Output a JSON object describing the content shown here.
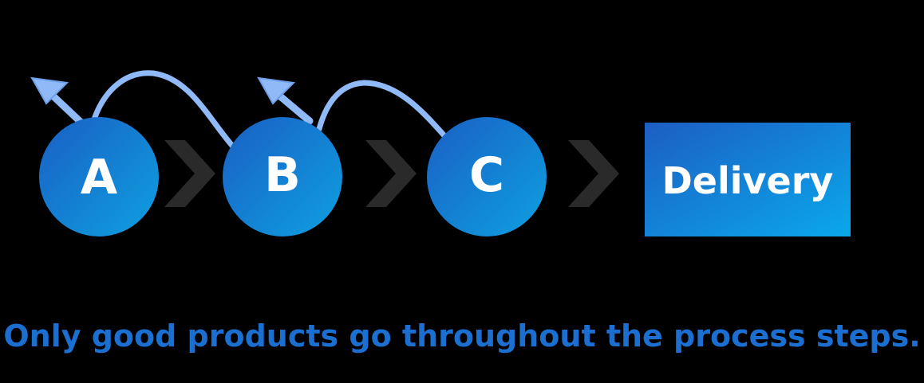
{
  "colors": {
    "background": "#000000",
    "node_gradient_start": "#1a5fc4",
    "node_gradient_end": "#0ea0e0",
    "chevron": "#2a2a2a",
    "rework_arrow": "#8fbaf7",
    "caption": "#1a6fd0"
  },
  "nodes": [
    {
      "id": "a",
      "label": "A"
    },
    {
      "id": "b",
      "label": "B"
    },
    {
      "id": "c",
      "label": "C"
    }
  ],
  "delivery": {
    "label": "Delivery"
  },
  "caption": "Only good products go throughout the process steps."
}
